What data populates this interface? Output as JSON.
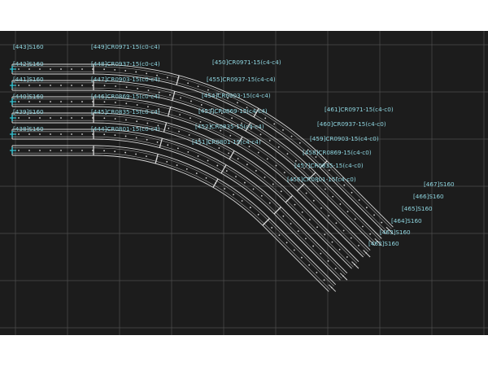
{
  "colors": {
    "background": "#1c1c1c",
    "page": "#ffffff",
    "grid": "#4e4e4e",
    "track": "#d8d8d8",
    "label": "#8fd6e0",
    "marker": "#35c8d8"
  },
  "labels": {
    "l443": "[443]S160",
    "l449": "[449]CR0971-15(c0-c4)",
    "l450": "[450]CR0971-15(c4-c4)",
    "l461": "[461]CR0971-15(c4-c0)",
    "l467": "[467]S160",
    "l442": "[442]S160",
    "l448": "[448]CR0937-15(c0-c4)",
    "l455": "[455]CR0937-15(c4-c4)",
    "l460": "[460]CR0937-15(c4-c0)",
    "l466": "[466]S160",
    "l441": "[441]S160",
    "l447": "[447]CR0903-15(c0-c4)",
    "l454": "[454]CR0903-15(c4-c4)",
    "l459": "[459]CR0903-15(c4-c0)",
    "l465": "[465]S160",
    "l440": "[440]S160",
    "l446": "[446]CR0869-15(c0-c4)",
    "l453": "[453]CR0869-15(c4-c4)",
    "l458": "[458]CR0869-15(c4-c0)",
    "l464": "[464]S160",
    "l439": "[439]S160",
    "l445": "[445]CR0835-15(c0-c4)",
    "l452": "[452]CR0835-15(c4-c4)",
    "l457": "[457]CR0835-15(c4-c0)",
    "l463": "[463]S160",
    "l438": "[438]S160",
    "l444": "[444]CR0801-15(c0-c4)",
    "l451": "[451]CR0801-15(c4-c4)",
    "l456": "[456]CR0801-15(c4-c0)",
    "l462": "[462]S160"
  }
}
